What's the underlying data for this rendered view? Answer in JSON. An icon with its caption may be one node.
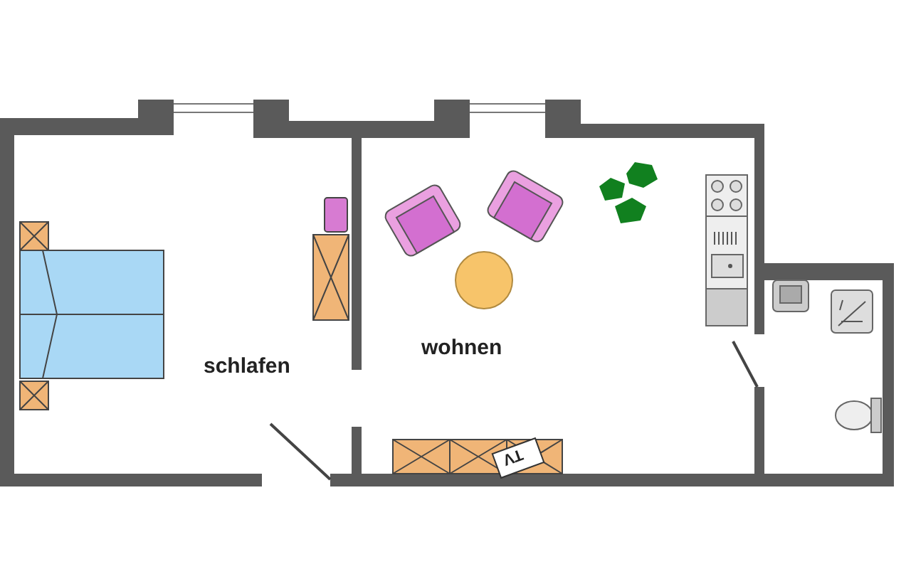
{
  "diagram": {
    "labels": [
      "schlafen",
      "wohnen",
      "TV"
    ]
  }
}
